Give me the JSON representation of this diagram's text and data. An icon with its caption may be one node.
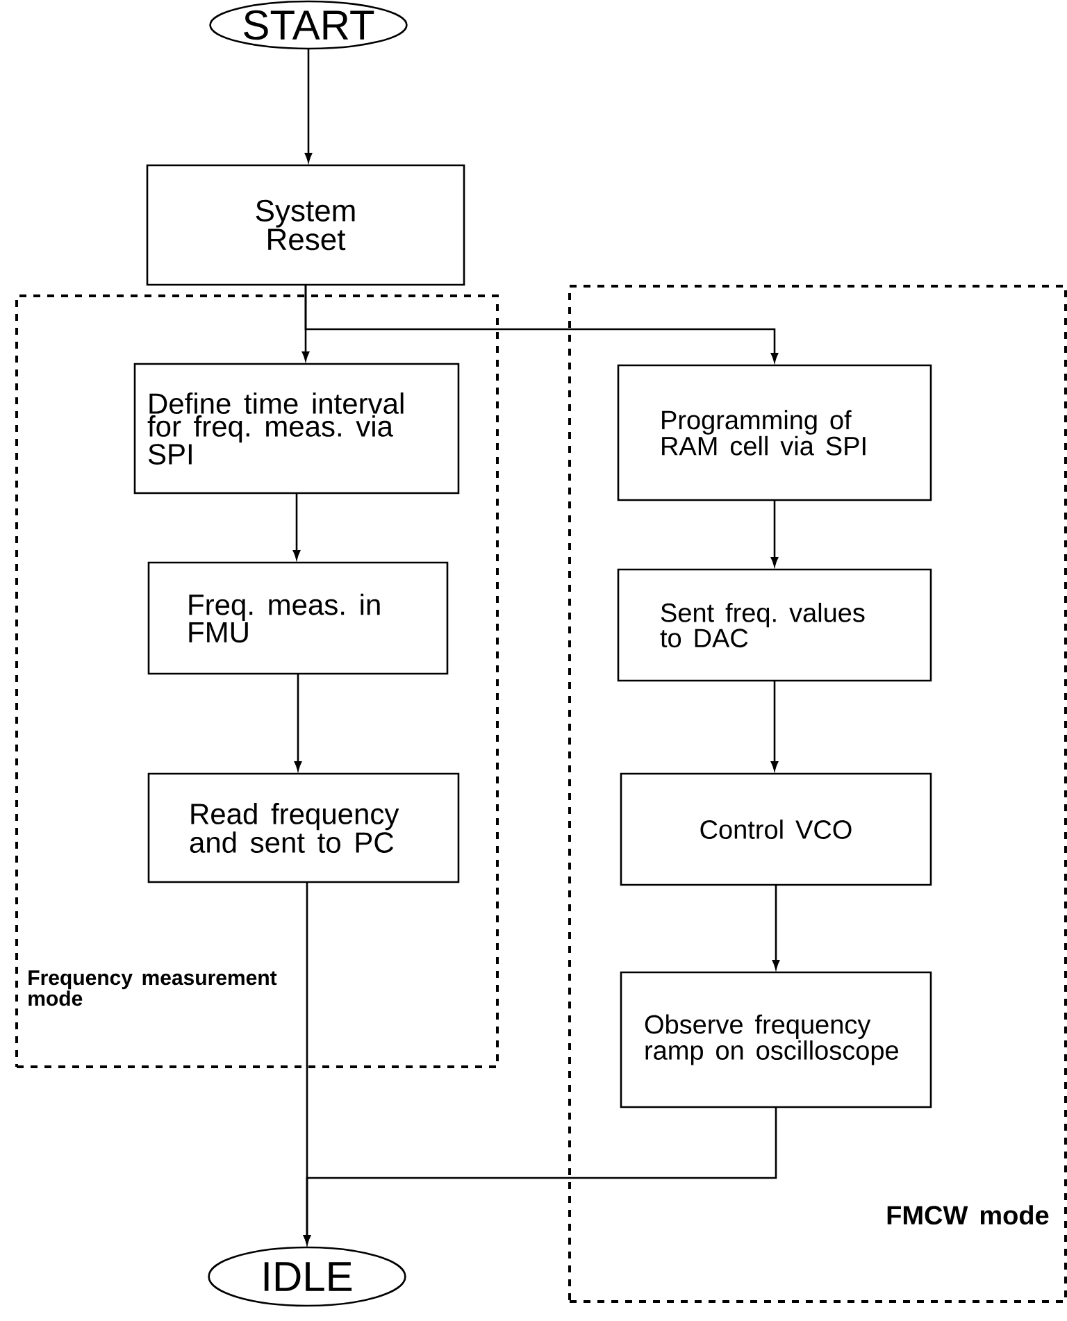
{
  "diagram": {
    "nodes": [
      {
        "text": [
          "START"
        ]
      },
      {
        "text": [
          "System Reset"
        ]
      },
      {
        "text": [
          "Frequency measurement mode"
        ]
      },
      {
        "text": [
          "Define time interval for freq. meas. via SPI"
        ],
        "in": 2
      },
      {
        "text": [
          "Freq. meas. in FMU"
        ],
        "in": 2
      },
      {
        "text": [
          "Read frequency and sent to PC"
        ],
        "in": 2
      },
      {
        "text": [
          "FMCW mode"
        ]
      },
      {
        "text": [
          "Programming of RAM cell via SPI"
        ],
        "in": 6
      },
      {
        "text": [
          "Sent freq. values to DAC"
        ],
        "in": 6
      },
      {
        "text": [
          "Control VCO"
        ],
        "in": 6
      },
      {
        "text": [
          "Observe frequency ramp on oscilloscope"
        ],
        "in": 6
      },
      {
        "text": [
          "IDLE"
        ]
      }
    ],
    "edges": [
      {
        "from": 0,
        "to": 1,
        "arrow": "to"
      },
      {
        "from": 1,
        "to": 3,
        "arrow": "to"
      },
      {
        "from": 1,
        "to": 7,
        "arrow": "to"
      },
      {
        "from": 3,
        "to": 4,
        "arrow": "to"
      },
      {
        "from": 4,
        "to": 5,
        "arrow": "to"
      },
      {
        "from": 7,
        "to": 8,
        "arrow": "to"
      },
      {
        "from": 8,
        "to": 9,
        "arrow": "to"
      },
      {
        "from": 9,
        "to": 10,
        "arrow": "to"
      },
      {
        "from": 5,
        "to": 11,
        "arrow": "to"
      },
      {
        "from": 10,
        "to": 11,
        "arrow": "to"
      }
    ]
  }
}
